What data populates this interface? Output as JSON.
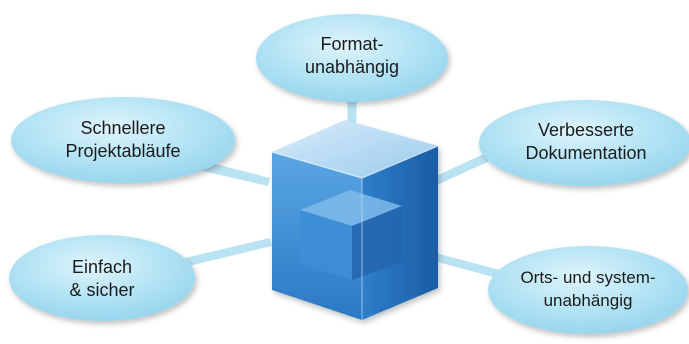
{
  "diagram": {
    "colors": {
      "bubble_fill": "#a9dff2",
      "bubble_fill_light": "#d8f1fa",
      "connector": "#b9e3f2",
      "cube_front": "#2f86d2",
      "cube_top": "#a8d3f0",
      "cube_side": "#1c5ea6",
      "text": "#1b1b1b"
    },
    "nodes": [
      {
        "id": "format",
        "line1": "Format-",
        "line2": "unabhängig"
      },
      {
        "id": "projekt",
        "line1": "Schnellere",
        "line2": "Projektabläufe"
      },
      {
        "id": "doku",
        "line1": "Verbesserte",
        "line2": "Dokumentation"
      },
      {
        "id": "einfach",
        "line1": "Einfach",
        "line2": "& sicher"
      },
      {
        "id": "orts",
        "line1": "Orts- und system-",
        "line2": "unabhängig"
      }
    ],
    "center_icon": "cube-icon"
  }
}
